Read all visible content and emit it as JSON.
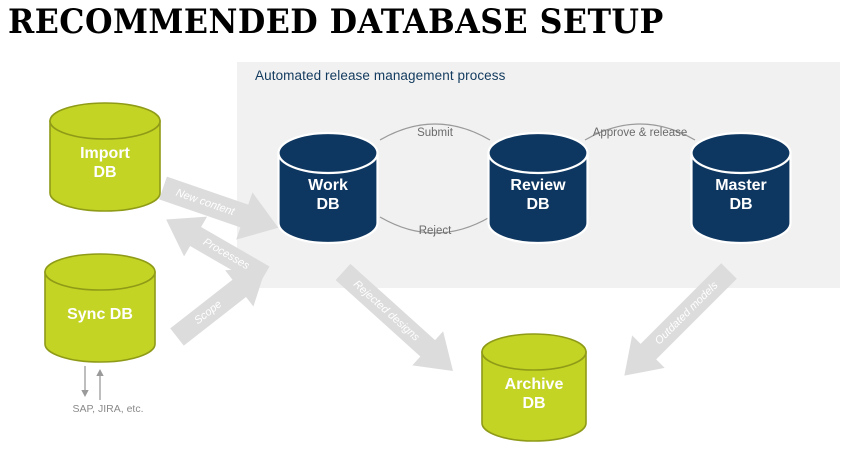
{
  "page": {
    "title": "RECOMMENDED DATABASE SETUP",
    "background": "#ffffff"
  },
  "panel": {
    "title": "Automated release management process",
    "fill": "#f1f1f1",
    "title_color": "#123a5e"
  },
  "colors": {
    "green_fill": "#c3d424",
    "green_stroke": "#8f9b17",
    "navy_fill": "#0d3660",
    "navy_top_stroke": "#ffffff",
    "arrow_gray": "#dcdcdc",
    "arc_gray": "#9a9a9a",
    "caption_gray": "#8a8a8a",
    "label_white": "#ffffff"
  },
  "databases": [
    {
      "id": "import-db",
      "name": "Import DB",
      "line1": "Import",
      "line2": "DB",
      "style": "green"
    },
    {
      "id": "sync-db",
      "name": "Sync DB",
      "line1": "Sync DB",
      "line2": "",
      "style": "green"
    },
    {
      "id": "work-db",
      "name": "Work DB",
      "line1": "Work",
      "line2": "DB",
      "style": "navy"
    },
    {
      "id": "review-db",
      "name": "Review DB",
      "line1": "Review",
      "line2": "DB",
      "style": "navy"
    },
    {
      "id": "master-db",
      "name": "Master DB",
      "line1": "Master",
      "line2": "DB",
      "style": "navy"
    },
    {
      "id": "archive-db",
      "name": "Archive DB",
      "line1": "Archive",
      "line2": "DB",
      "style": "green"
    }
  ],
  "flow_arrows": [
    {
      "id": "new-content",
      "label": "New content",
      "from": "import-db",
      "to": "work-db"
    },
    {
      "id": "processes",
      "label": "Processes",
      "from": "work-db",
      "to": "sync-db"
    },
    {
      "id": "scope",
      "label": "Scope",
      "from": "sync-db",
      "to": "work-db"
    },
    {
      "id": "rejected-designs",
      "label": "Rejected designs",
      "from": "work-db",
      "to": "archive-db"
    },
    {
      "id": "outdated-models",
      "label": "Outdated models",
      "from": "master-db",
      "to": "archive-db"
    }
  ],
  "arc_arrows": [
    {
      "id": "submit",
      "label": "Submit",
      "from": "work-db",
      "to": "review-db",
      "direction": "up"
    },
    {
      "id": "reject",
      "label": "Reject",
      "from": "review-db",
      "to": "work-db",
      "direction": "down"
    },
    {
      "id": "approve-release",
      "label": "Approve & release",
      "from": "review-db",
      "to": "master-db",
      "direction": "up"
    }
  ],
  "sync_external": {
    "caption": "SAP, JIRA, etc.",
    "directions": [
      "down",
      "up"
    ]
  }
}
